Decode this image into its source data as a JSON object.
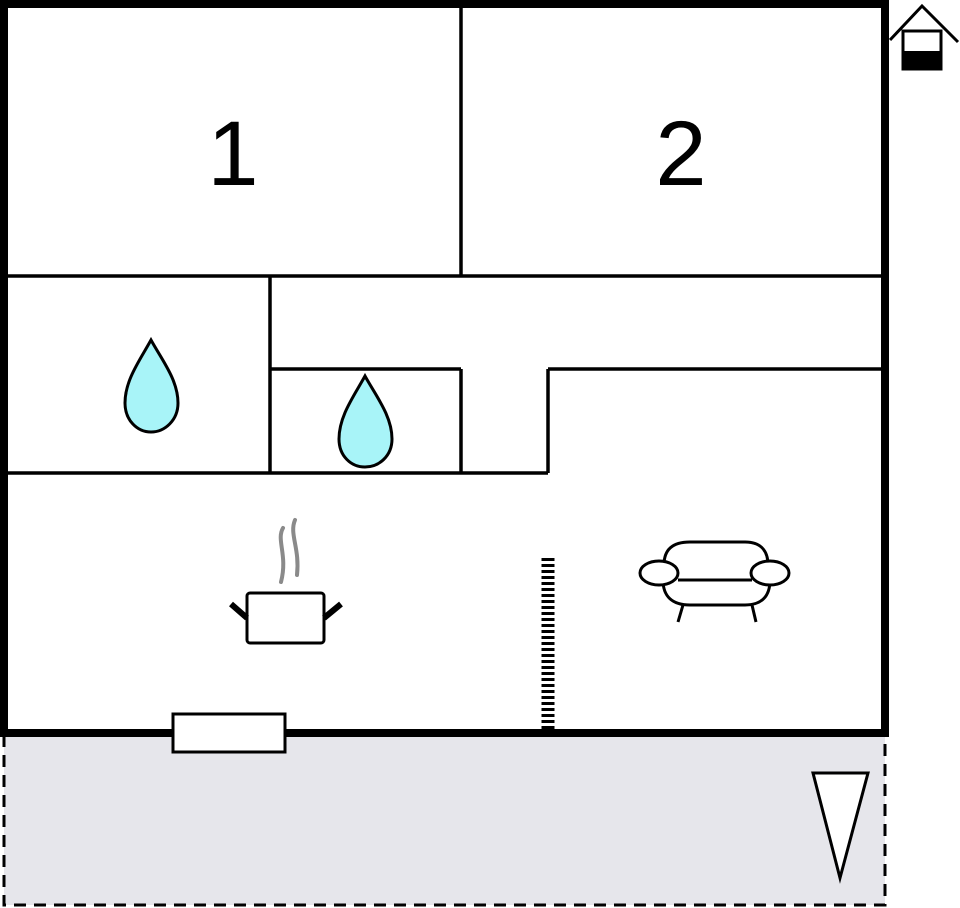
{
  "plan": {
    "rooms": [
      {
        "id": "bedroom-1",
        "label": "1"
      },
      {
        "id": "bedroom-2",
        "label": "2"
      }
    ],
    "icons": [
      "water-drop-icon",
      "water-drop-icon",
      "cooking-pot-icon",
      "sofa-icon",
      "stairs-icon",
      "window-icon",
      "north-arrow-icon",
      "house-floor-icon"
    ],
    "colors": {
      "wall": "#000000",
      "water": "#a8f4f8",
      "terrace": "#e6e6eb",
      "steam": "#8a8a8a"
    }
  }
}
